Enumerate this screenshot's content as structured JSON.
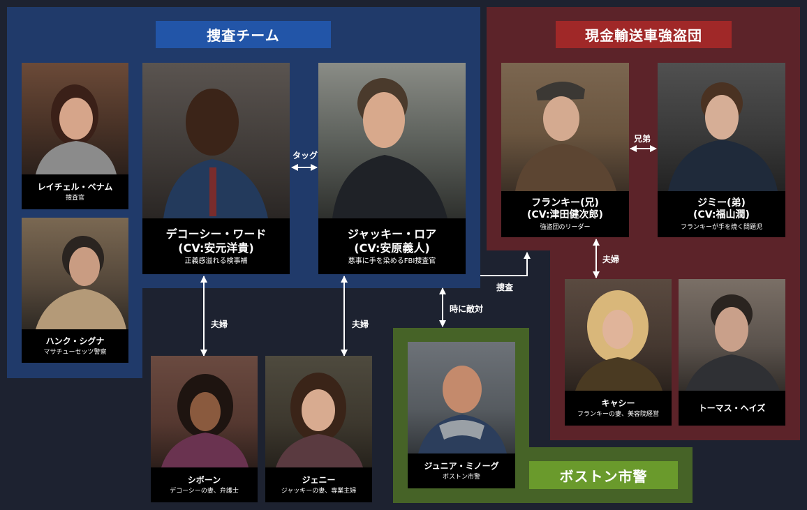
{
  "colors": {
    "background": "#1d2230",
    "investigation_team": "#203a6a",
    "investigation_label": "#2255a8",
    "robbery_crew": "#5c2329",
    "robbery_label": "#a02828",
    "boston_pd": "#466327",
    "boston_label": "#6a9a2c"
  },
  "groups": {
    "investigation": "捜査チーム",
    "robbery": "現金輸送車強盗団",
    "boston": "ボストン市警"
  },
  "characters": {
    "rachel": {
      "name": "レイチェル・ベナム",
      "desc": "捜査官"
    },
    "hank": {
      "name": "ハンク・シグナ",
      "desc": "マサチューセッツ警察"
    },
    "decourcy": {
      "name_line1": "デコーシー・ワード",
      "name_line2": "(CV:安元洋貴)",
      "desc": "正義感溢れる検事補"
    },
    "jackie": {
      "name_line1": "ジャッキー・ロア",
      "name_line2": "(CV:安原義人)",
      "desc": "悪事に手を染めるFBI捜査官"
    },
    "frankie": {
      "name_line1": "フランキー(兄)",
      "name_line2": "(CV:津田健次郎)",
      "desc": "強盗団のリーダー"
    },
    "jimmy": {
      "name_line1": "ジミー(弟)",
      "name_line2": "(CV:福山潤)",
      "desc": "フランキーが手を焼く問題児"
    },
    "siobhan": {
      "name": "シボーン",
      "desc": "デコーシーの妻、弁護士"
    },
    "jenny": {
      "name": "ジェニー",
      "desc": "ジャッキーの妻、専業主婦"
    },
    "junior": {
      "name": "ジュニア・ミノーグ",
      "desc": "ボストン市警"
    },
    "cassie": {
      "name": "キャシー",
      "desc": "フランキーの妻、美容院経営"
    },
    "thomas": {
      "name": "トーマス・ヘイズ"
    }
  },
  "relations": {
    "tag": "タッグ",
    "brothers": "兄弟",
    "couple_decourcy": "夫婦",
    "couple_jackie": "夫婦",
    "couple_frankie": "夫婦",
    "investigate": "捜査",
    "enemies": "時に敵対"
  }
}
